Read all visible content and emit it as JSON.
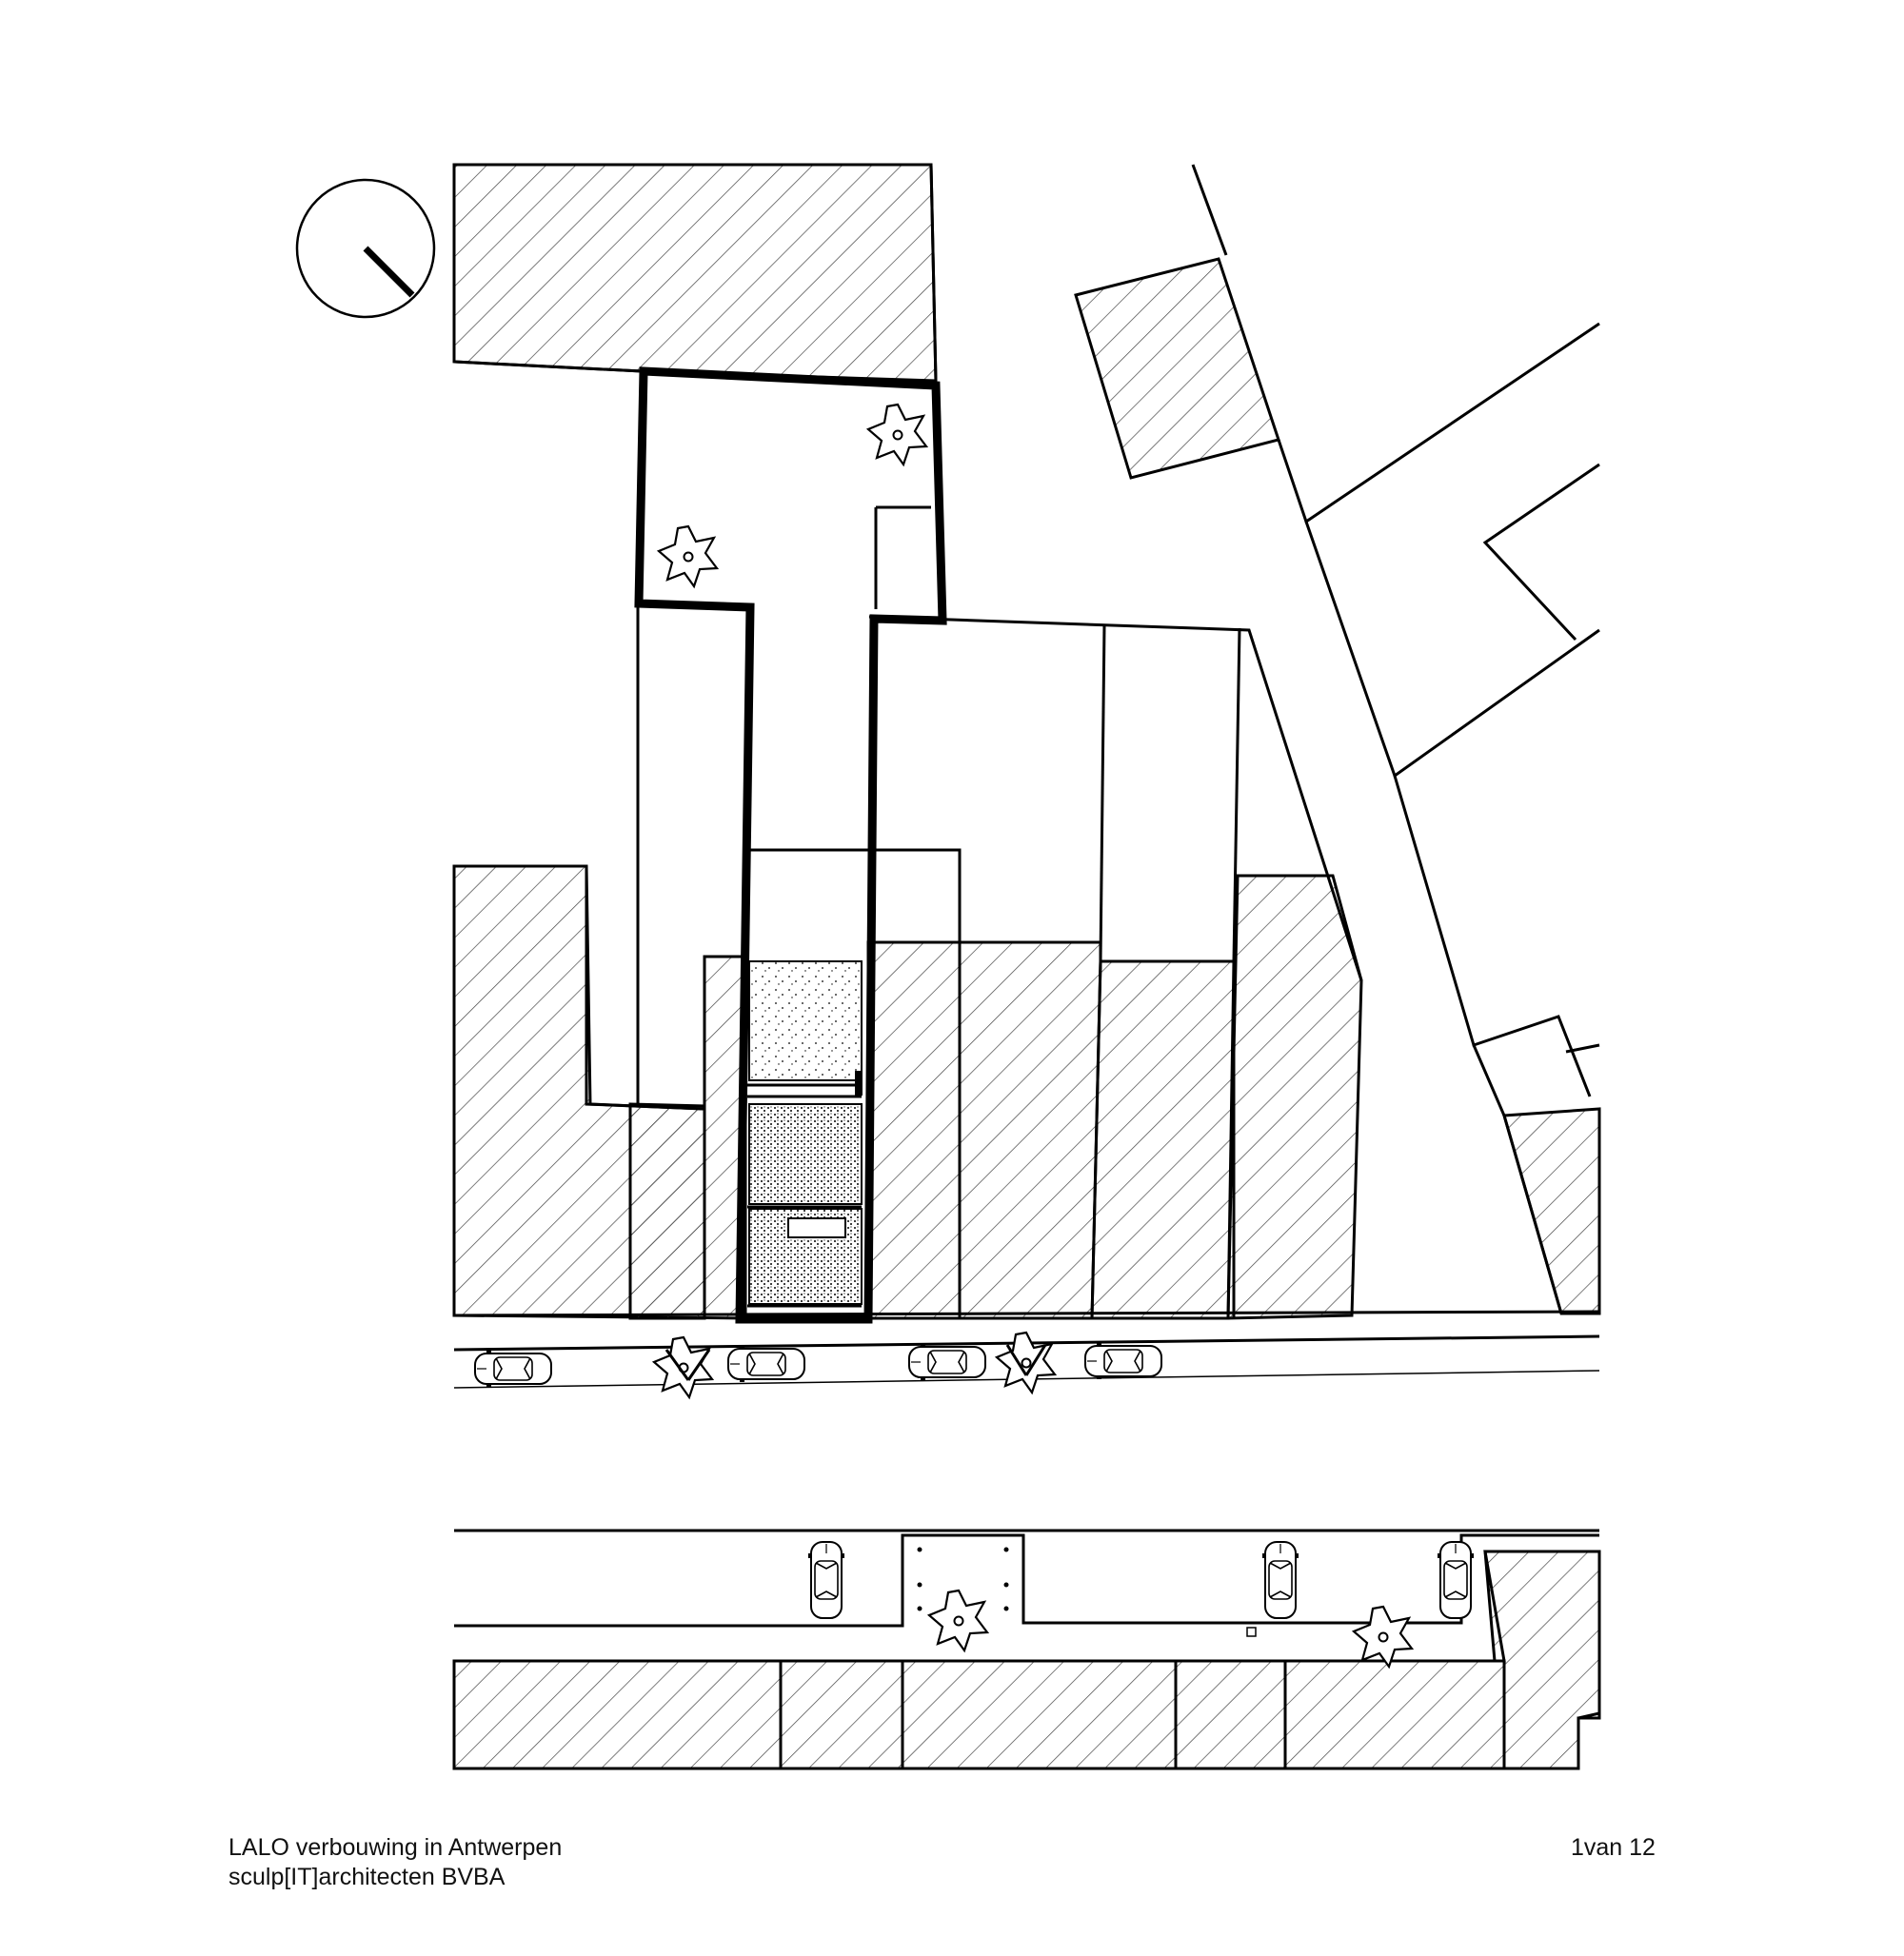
{
  "caption": {
    "project": "LALO verbouwing in Antwerpen",
    "office": "sculp[IT]architecten BVBA",
    "page": "1van 12"
  },
  "icons": {
    "north_arrow": "compass-circle-icon",
    "tree": "tree-star-icon",
    "car": "car-top-view-icon"
  },
  "colors": {
    "ink": "#000000",
    "paper": "#ffffff"
  }
}
